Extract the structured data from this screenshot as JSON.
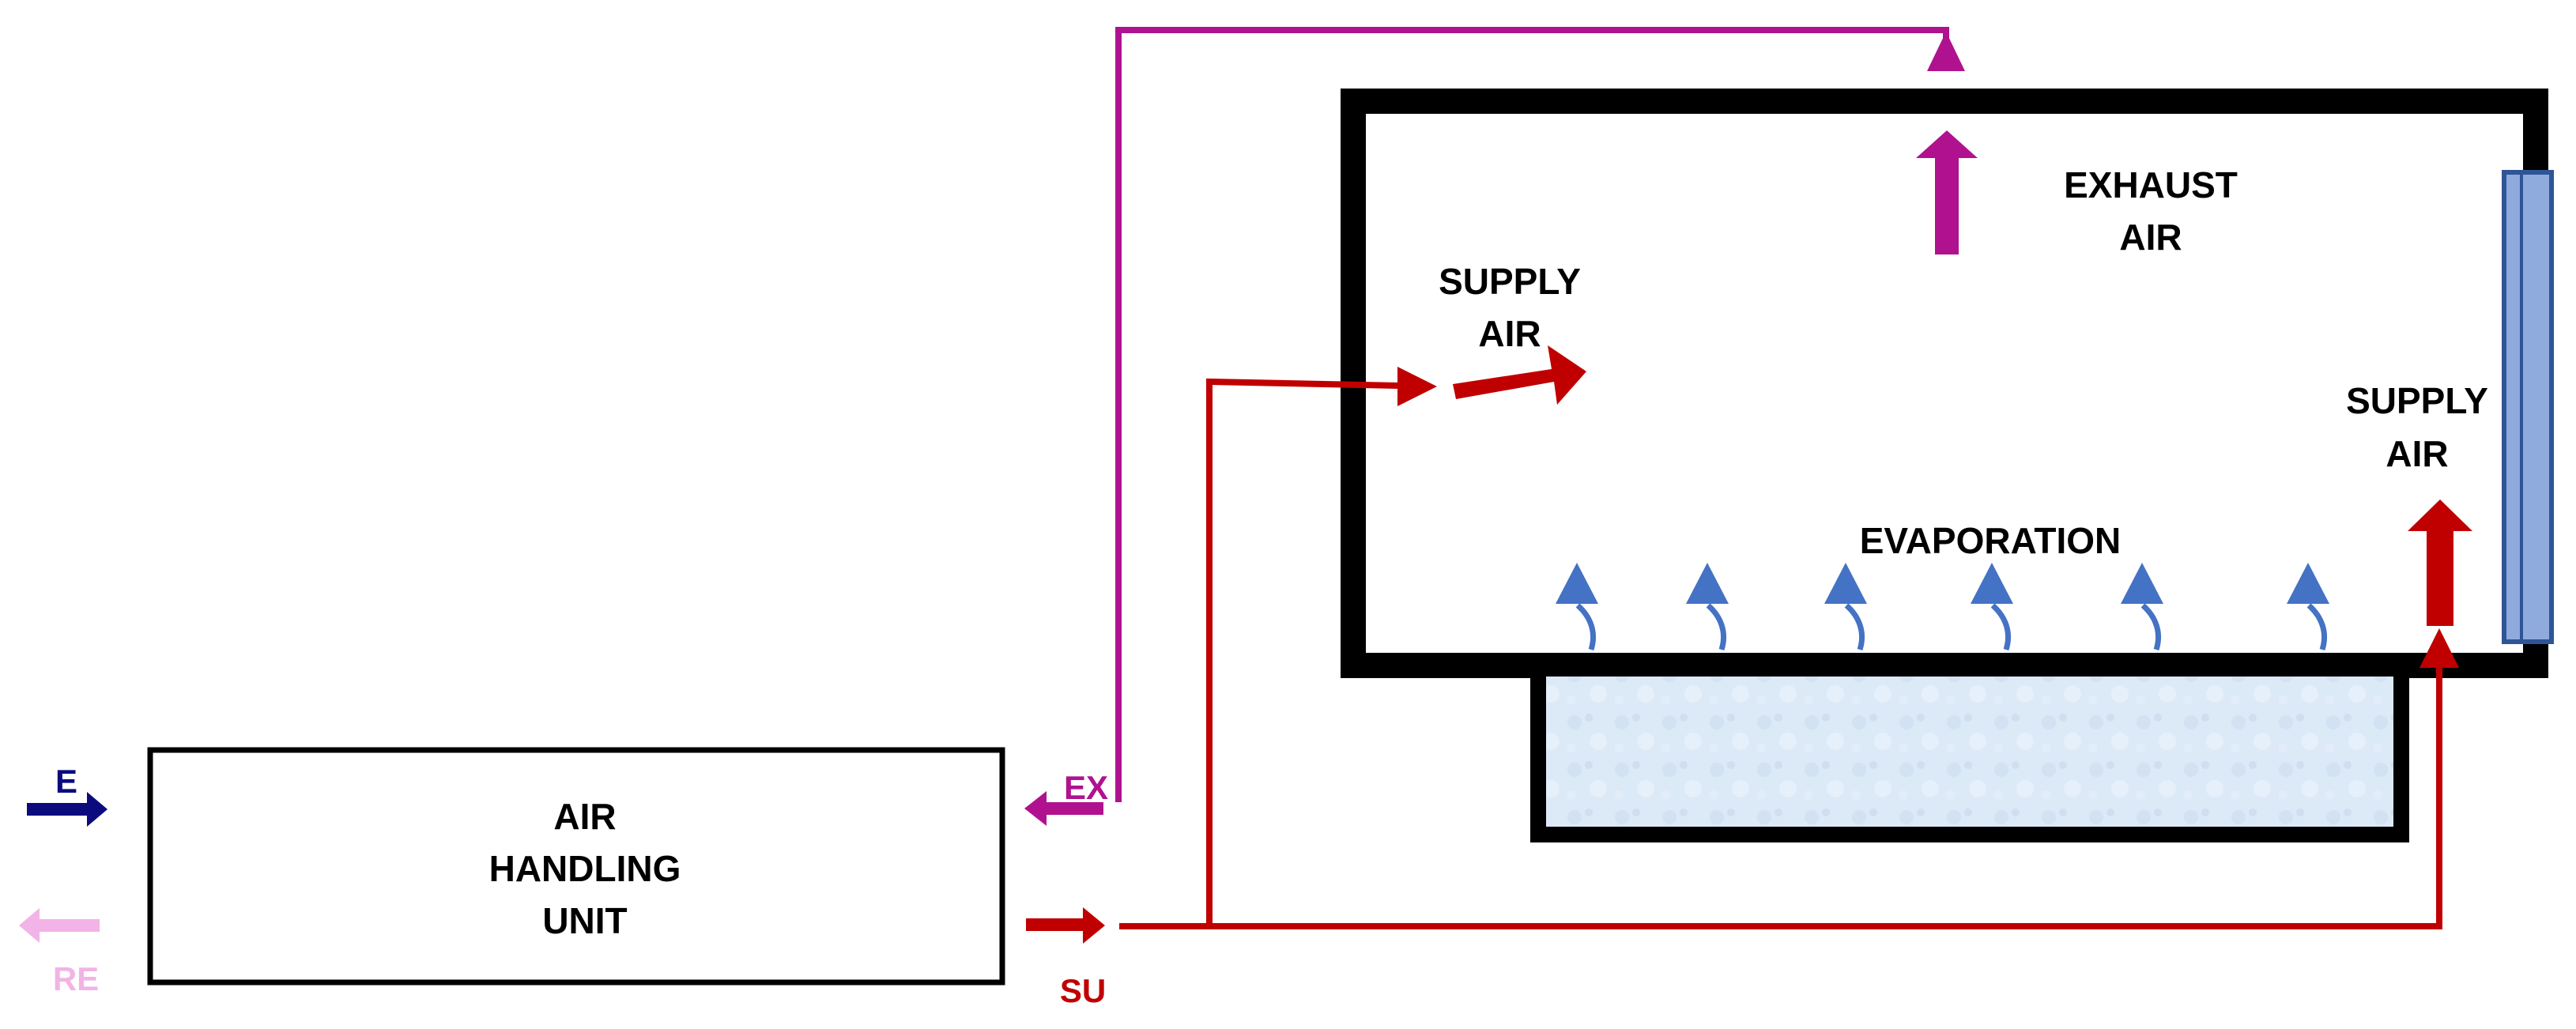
{
  "colors": {
    "outline": "#000000",
    "supply": "#C00000",
    "exhaust": "#B0128F",
    "energy": "#0B0B7E",
    "return": "#F2B3E6",
    "evaporation": "#4472C4",
    "pool_water": "#DCE9F6",
    "window": "#8FAADC",
    "window_edge": "#2F5597"
  },
  "labels": {
    "exhaust_air_line1": "EXHAUST",
    "exhaust_air_line2": "AIR",
    "supply_air_left_line1": "SUPPLY",
    "supply_air_left_line2": "AIR",
    "supply_air_right_line1": "SUPPLY",
    "supply_air_right_line2": "AIR",
    "evaporation": "EVAPORATION",
    "ahu_line1": "AIR",
    "ahu_line2": "HANDLING",
    "ahu_line3": "UNIT",
    "port_e": "E",
    "port_re": "RE",
    "port_ex": "EX",
    "port_su": "SU"
  }
}
